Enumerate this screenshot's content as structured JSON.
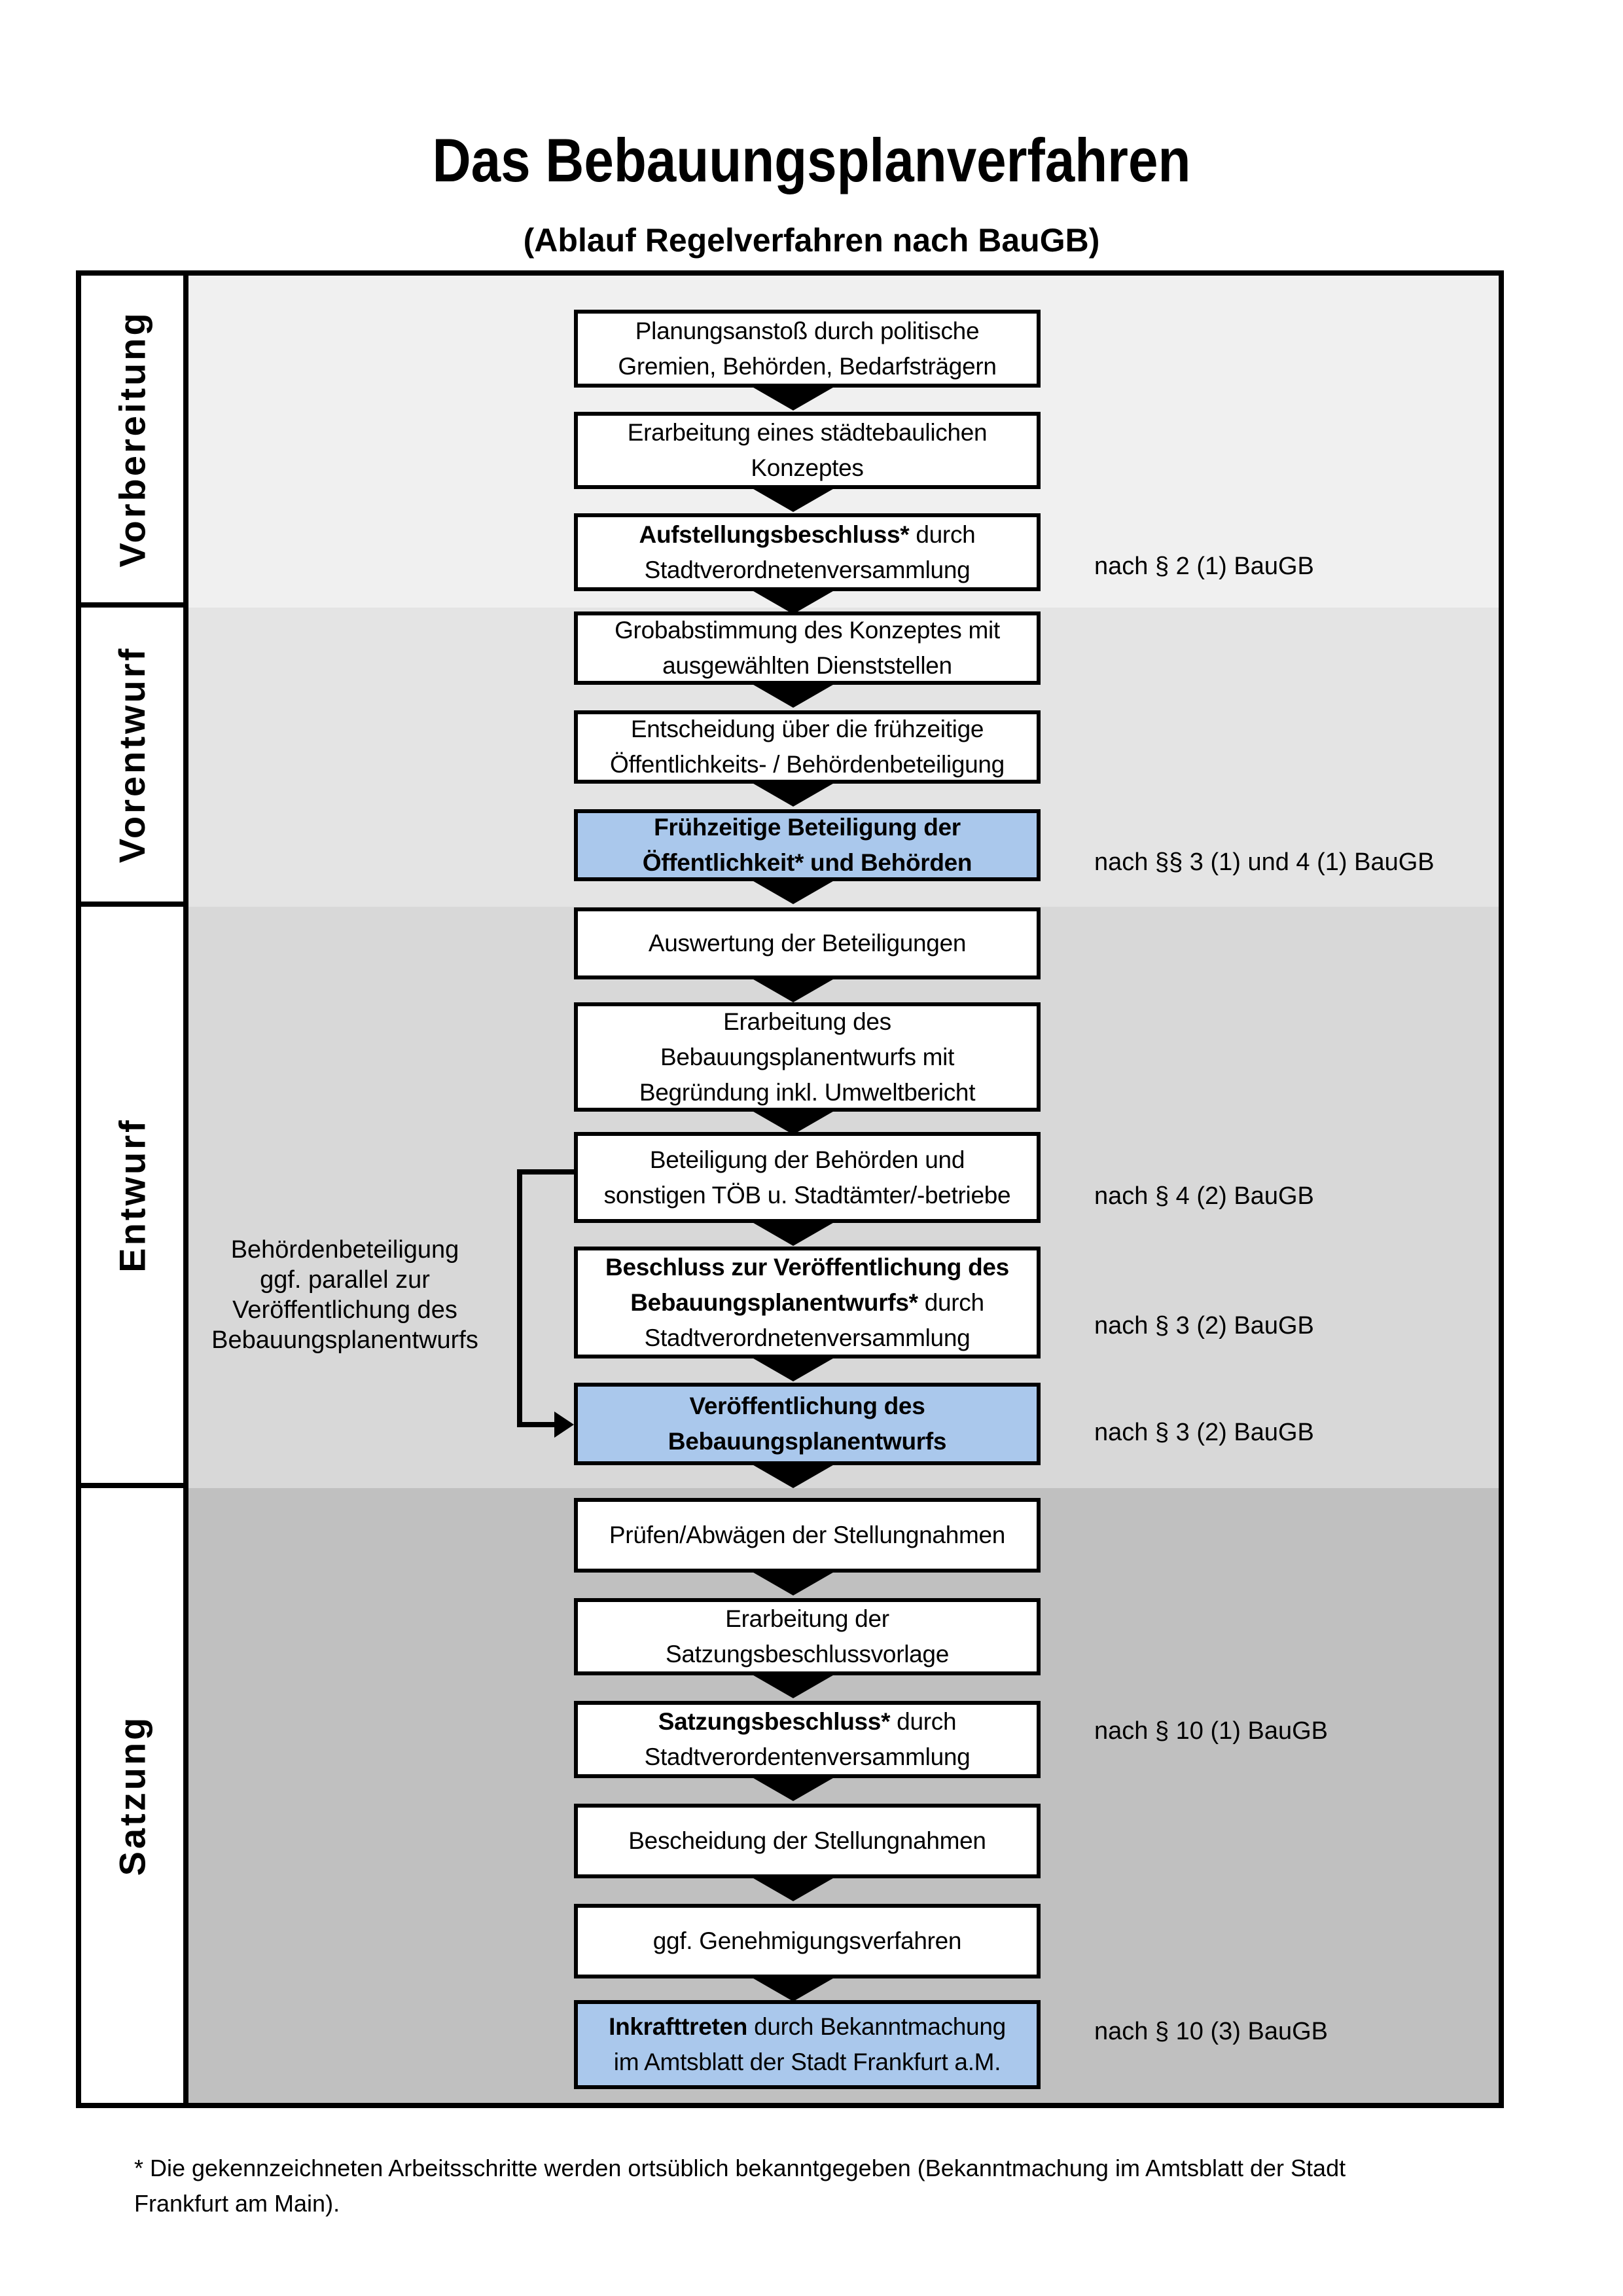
{
  "page": {
    "title": "Das Bebauungsplanverfahren",
    "subtitle": "(Ablauf Regelverfahren nach BauGB)",
    "footnote_line1": "* Die gekennzeichneten Arbeitsschritte werden ortsüblich bekanntgegeben (Bekanntmachung im Amtsblatt der Stadt",
    "footnote_line2": "Frankfurt am Main)."
  },
  "colors": {
    "phase_vorbereitung_bg": "#f0f0f0",
    "phase_vorentwurf_bg": "#e4e4e4",
    "phase_entwurf_bg": "#d8d8d8",
    "phase_satzung_bg": "#c0c0c0",
    "highlight_blue": "#aac8ec",
    "line_black": "#000000",
    "box_white": "#ffffff"
  },
  "phases": [
    {
      "label": "Vorbereitung"
    },
    {
      "label": "Vorentwurf"
    },
    {
      "label": "Entwurf"
    },
    {
      "label": "Satzung"
    }
  ],
  "boxes": {
    "b1": {
      "l1": "Planungsanstoß durch politische",
      "l2": "Gremien, Behörden, Bedarfsträgern"
    },
    "b2": {
      "l1": "Erarbeitung eines städtebaulichen",
      "l2": "Konzeptes"
    },
    "b3": {
      "bold1": "Aufstellungsbeschluss*",
      "rest1": " durch",
      "l2": "Stadtverordnetenversammlung"
    },
    "b4": {
      "l1": "Grobabstimmung des Konzeptes mit",
      "l2": "ausgewählten Dienststellen"
    },
    "b5": {
      "l1": "Entscheidung über die frühzeitige",
      "l2": "Öffentlichkeits- / Behördenbeteiligung"
    },
    "b6": {
      "l1": "Frühzeitige Beteiligung der",
      "l2": "Öffentlichkeit* und Behörden"
    },
    "b7": {
      "l1": "Auswertung der Beteiligungen"
    },
    "b8": {
      "l1": "Erarbeitung des",
      "l2": "Bebauungsplanentwurfs mit",
      "l3": "Begründung inkl. Umweltbericht"
    },
    "b9": {
      "l1": "Beteiligung der Behörden und",
      "l2": "sonstigen TÖB u. Stadtämter/-betriebe"
    },
    "b10": {
      "bold1": "Beschluss zur Veröffentlichung des",
      "bold2": "Bebauungsplanentwurfs*",
      "rest2": " durch",
      "l3": "Stadtverordnetenversammlung"
    },
    "b11": {
      "l1": "Veröffentlichung des",
      "l2": "Bebauungsplanentwurfs"
    },
    "b12": {
      "l1": "Prüfen/Abwägen der Stellungnahmen"
    },
    "b13": {
      "l1": "Erarbeitung der",
      "l2": "Satzungsbeschlussvorlage"
    },
    "b14": {
      "bold1": "Satzungsbeschluss*",
      "rest1": " durch",
      "l2": "Stadtverordentenversammlung"
    },
    "b15": {
      "l1": "Bescheidung der Stellungnahmen"
    },
    "b16": {
      "l1": "ggf. Genehmigungsverfahren"
    },
    "b17": {
      "bold1": "Inkrafttreten",
      "rest1": " durch Bekanntmachung",
      "l2": "im Amtsblatt der Stadt Frankfurt a.M."
    }
  },
  "annotations": {
    "a1": "nach § 2 (1) BauGB",
    "a2": "nach §§ 3 (1) und 4 (1) BauGB",
    "a3": "nach § 4 (2) BauGB",
    "a4": "nach § 3 (2) BauGB",
    "a5": "nach § 3 (2) BauGB",
    "a6": "nach § 10 (1) BauGB",
    "a7": "nach § 10 (3) BauGB"
  },
  "side_note": {
    "l1": "Behördenbeteiligung",
    "l2": "ggf. parallel zur",
    "l3": "Veröffentlichung des",
    "l4": "Bebauungsplanentwurfs"
  }
}
